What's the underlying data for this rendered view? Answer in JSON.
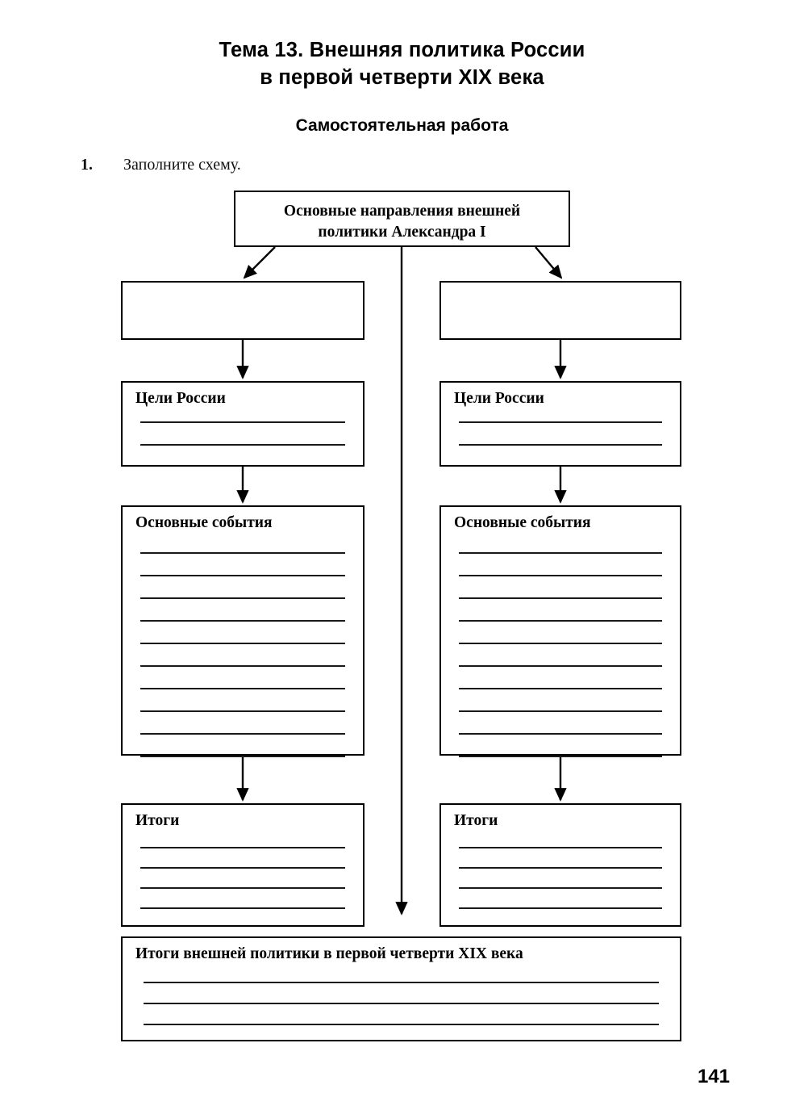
{
  "page": {
    "title_line1": "Тема 13. Внешняя политика России",
    "title_line2": "в первой четверти XIX века",
    "subtitle": "Самостоятельная работа",
    "page_number": "141"
  },
  "task": {
    "number": "1.",
    "text": "Заполните схему."
  },
  "scheme": {
    "root": {
      "label_line1": "Основные направления внешней",
      "label_line2": "политики Александра I",
      "write_lines": 0
    },
    "columns": [
      {
        "side": "left",
        "direction": {
          "label": "",
          "write_lines": 0
        },
        "goals": {
          "label": "Цели России",
          "write_lines": 2
        },
        "events": {
          "label": "Основные события",
          "write_lines": 10
        },
        "results": {
          "label": "Итоги",
          "write_lines": 4
        }
      },
      {
        "side": "right",
        "direction": {
          "label": "",
          "write_lines": 0
        },
        "goals": {
          "label": "Цели России",
          "write_lines": 2
        },
        "events": {
          "label": "Основные события",
          "write_lines": 10
        },
        "results": {
          "label": "Итоги",
          "write_lines": 4
        }
      }
    ],
    "summary": {
      "label": "Итоги внешней политики в первой четверти XIX века",
      "write_lines": 3
    }
  },
  "colors": {
    "ink": "#000000",
    "paper": "#ffffff",
    "rule": "#1a1a1a"
  }
}
